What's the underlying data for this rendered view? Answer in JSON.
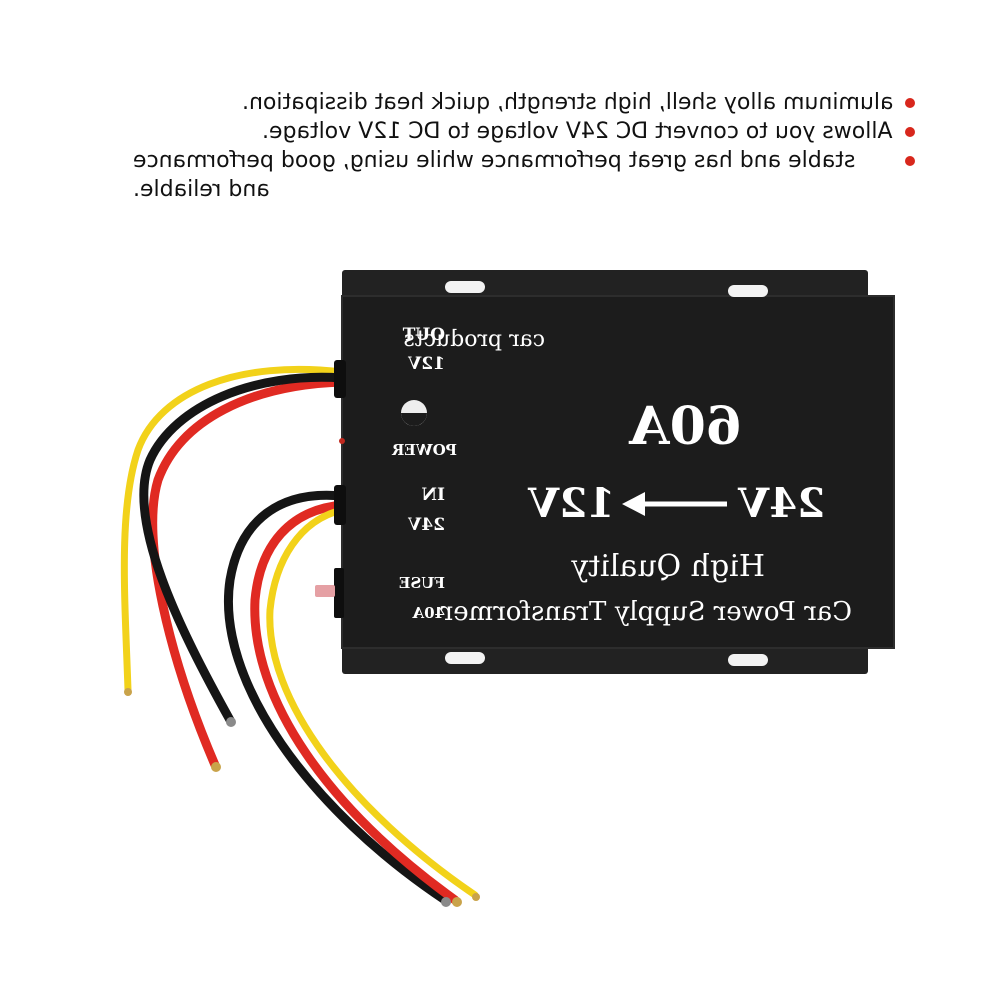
{
  "bullets": [
    {
      "text": "aluminum alloy shell, high strength, quick heat dissipation."
    },
    {
      "text": "Allows you to convert DC 24V voltage to DC 12V voltage."
    },
    {
      "text": "stable and has great performance while using, good performance and reliable."
    }
  ],
  "device": {
    "brand": "car products",
    "current": "60A",
    "in_voltage": "24V",
    "out_voltage": "12V",
    "headline": "High Quality",
    "subtitle": "Car Power Supply Transformer",
    "out_label": "OUT",
    "out_value": "12V",
    "power_label": "POWER",
    "in_label": "IN",
    "in_value": "24V",
    "fuse_label": "FUSE",
    "fuse_value": "40A"
  },
  "colors": {
    "bullet": "#d8271c",
    "case": "#1c1c1c",
    "wire_red": "#e02a22",
    "wire_yellow": "#f2d21a",
    "wire_black": "#151515"
  }
}
